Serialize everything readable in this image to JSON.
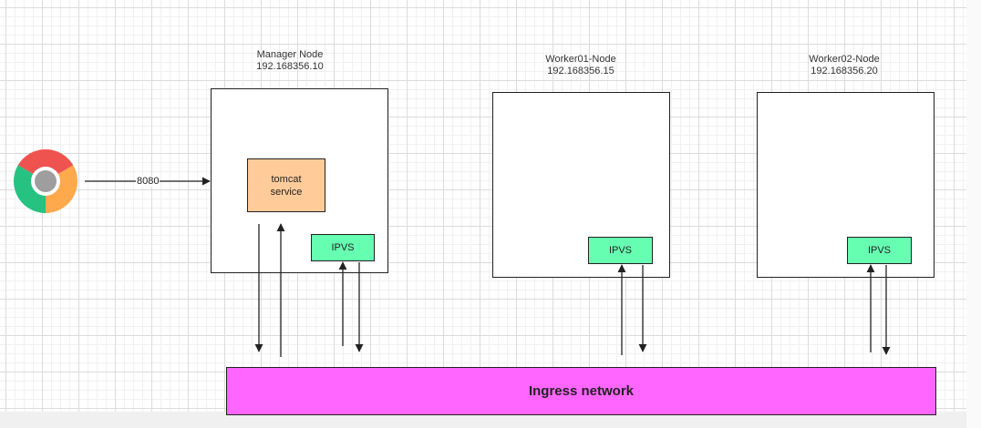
{
  "manager": {
    "name": "Manager Node",
    "ip": "192.168356.10"
  },
  "worker1": {
    "name": "Worker01-Node",
    "ip": "192.168356.15"
  },
  "worker2": {
    "name": "Worker02-Node",
    "ip": "192.168356.20"
  },
  "tomcat": {
    "line1": "tomcat",
    "line2": "service"
  },
  "ipvs_label": "IPVS",
  "port_label": "8080",
  "ingress_label": "Ingress network",
  "browser_icon": "chrome-icon",
  "colors": {
    "ipvs": "#66ffb2",
    "tomcat": "#ffcc99",
    "ingress": "#ff66ff",
    "stroke": "#222222"
  }
}
